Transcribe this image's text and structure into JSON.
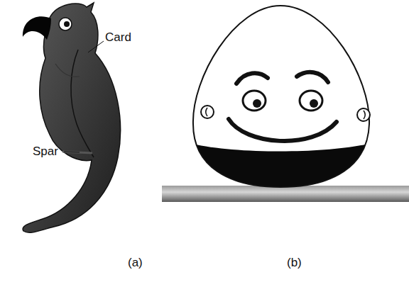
{
  "diagram": {
    "labels": [
      "Card",
      "Spar",
      "(a)",
      "(b)"
    ]
  }
}
